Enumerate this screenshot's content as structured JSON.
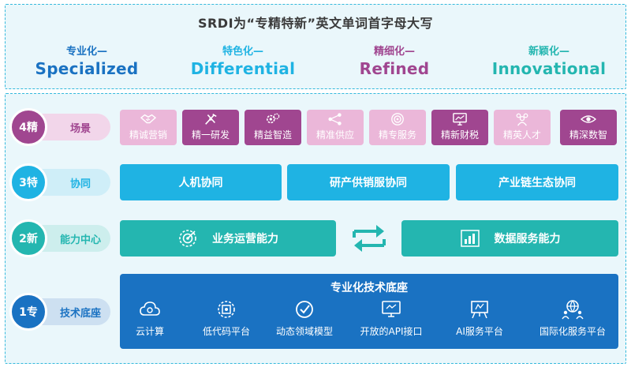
{
  "header": {
    "title": "SRDI为“专精特新”英文单词首字母大写",
    "pillars": [
      {
        "cn": "专业化—",
        "en": "Specialized",
        "color": "#1a72c2"
      },
      {
        "cn": "特色化—",
        "en": "Differential",
        "color": "#1fb3e3"
      },
      {
        "cn": "精细化—",
        "en": "Refined",
        "color": "#a04690"
      },
      {
        "cn": "新颖化—",
        "en": "Innovational",
        "color": "#24b6b0"
      }
    ]
  },
  "rows": {
    "scene": {
      "num": "4精",
      "label": "场景",
      "color": "#a04690",
      "items": [
        "精诚营销",
        "精一研发",
        "精益智造",
        "精准供应",
        "精专服务",
        "精新财税",
        "精英人才",
        "精深数智"
      ],
      "icons": [
        "handshake-icon",
        "tools-icon",
        "gears-icon",
        "network-icon",
        "target-icon",
        "monitor-icon",
        "people-icon",
        "eye-icon"
      ]
    },
    "collab": {
      "num": "3特",
      "label": "协同",
      "color": "#1fb3e3",
      "items": [
        "人机协同",
        "研产供销服协同",
        "产业链生态协同"
      ]
    },
    "capability": {
      "num": "2新",
      "label": "能力中心",
      "color": "#24b6b0",
      "items": [
        "业务运营能力",
        "数据服务能力"
      ],
      "icons": [
        "target-icon",
        "bar-chart-icon",
        "sync-arrows-icon"
      ]
    },
    "tech": {
      "num": "1专",
      "label": "技术底座",
      "color": "#1a72c2",
      "title": "专业化技术底座",
      "items": [
        "云计算",
        "低代码平台",
        "动态领域模型",
        "开放的API接口",
        "AI服务平台",
        "国际化服务平台"
      ],
      "icons": [
        "cloud-icon",
        "code-chip-icon",
        "check-badge-icon",
        "api-screen-icon",
        "ai-board-icon",
        "globe-people-icon"
      ]
    }
  }
}
